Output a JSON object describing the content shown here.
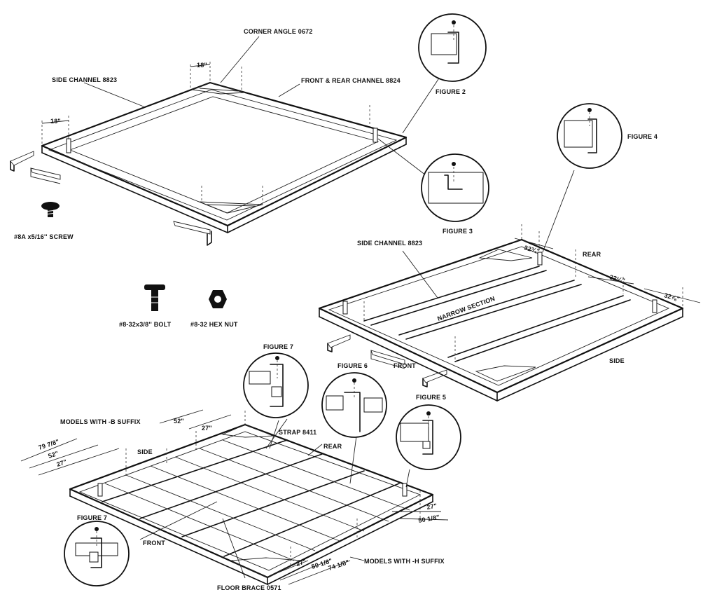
{
  "labels": {
    "corner_angle": "CORNER ANGLE 0672",
    "dim_18_top": "18\"",
    "side_channel_top": "SIDE CHANNEL 8823",
    "front_rear_channel": "FRONT & REAR CHANNEL 8824",
    "figure2": "FIGURE 2",
    "dim_18_left": "18\"",
    "figure3": "FIGURE 3",
    "screw": "#8A x5/16'' SCREW",
    "figure4": "FIGURE 4",
    "side_channel_mid": "SIDE CHANNEL 8823",
    "rear_mid": "REAR",
    "dim_32_a": "32¾\"",
    "dim_32_b": "32¼\"",
    "dim_32_c": "32⅞\"",
    "narrow_section": "NARROW SECTION",
    "bolt": "#8-32x3/8'' BOLT",
    "hex_nut": "#8-32 HEX NUT",
    "front_mid": "FRONT",
    "side_mid": "SIDE",
    "figure7_top": "FIGURE 7",
    "figure6": "FIGURE 6",
    "figure5": "FIGURE 5",
    "models_b": "MODELS WITH -B SUFFIX",
    "dim_52_top": "52\"",
    "dim_27_top": "27\"",
    "strap": "STRAP 8411",
    "dim_79": "79 7/8\"",
    "dim_52_left": "52\"",
    "side_bottom": "SIDE",
    "dim_27_left": "27\"",
    "rear_bottom": "REAR",
    "dim_27_right": "27\"",
    "dim_50_right": "50 1/8\"",
    "figure7_bottom": "FIGURE 7",
    "front_bottom": "FRONT",
    "dim_27_bottom": "27\"",
    "dim_50_bottom": "50 1/8\"",
    "dim_74": "74 1/8\"",
    "models_h": "MODELS WITH -H SUFFIX",
    "floor_brace": "FLOOR BRACE 0571"
  },
  "colors": {
    "ink": "#111111",
    "paper": "#ffffff"
  },
  "icons": [
    "screw-icon",
    "bolt-icon",
    "hex-nut-icon",
    "channel-profile-icon"
  ]
}
